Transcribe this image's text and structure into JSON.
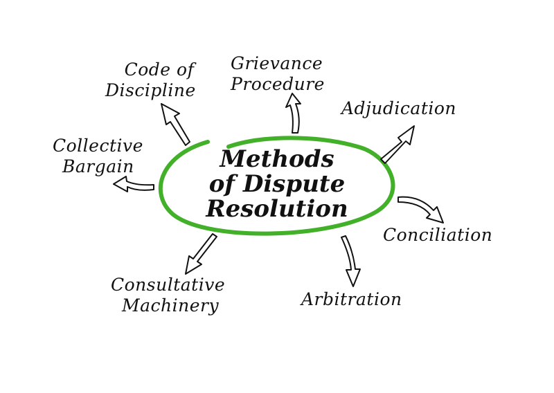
{
  "center": {
    "lines": [
      "Methods",
      "of Dispute",
      "Resolution"
    ]
  },
  "methods": {
    "code_of_discipline": [
      "Code of",
      "Discipline"
    ],
    "grievance_procedure": [
      "Grievance",
      "Procedure"
    ],
    "adjudication": [
      "Adjudication"
    ],
    "collective_bargain": [
      "Collective",
      "Bargain"
    ],
    "conciliation": [
      "Conciliation"
    ],
    "consultative_machinery": [
      "Consultative",
      "Machinery"
    ],
    "arbitration": [
      "Arbitration"
    ]
  },
  "colors": {
    "ellipse": "#43b02a",
    "text": "#111111",
    "arrow": "#111111"
  }
}
